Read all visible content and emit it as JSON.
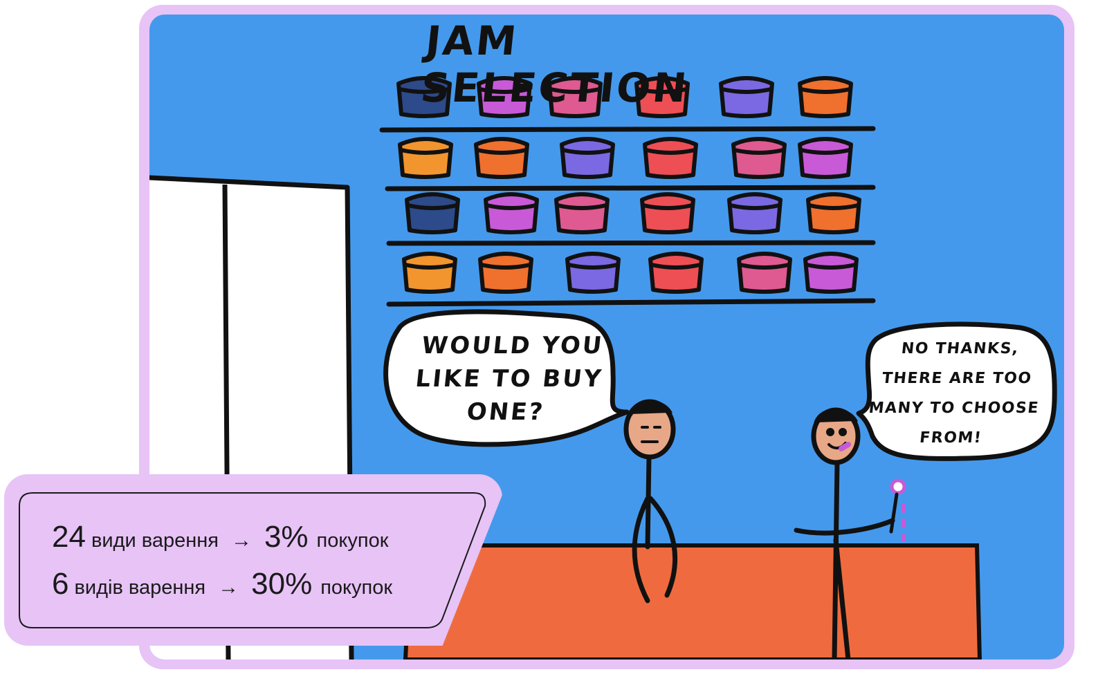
{
  "illustration": {
    "title": "JAM SELECTION",
    "seller_speech": "WOULD YOU\nLIKE TO BUY\nONE?",
    "buyer_speech": "NO THANKS,\nTHERE ARE TOO\nMANY TO CHOOSE\nFROM!",
    "colors": {
      "background": "#4599ec",
      "frame": "#e7c3f6",
      "counter": "#ef6b3f",
      "skin": "#e8a787",
      "jar_navy": "#2d4a8a",
      "jar_magenta": "#c85ad8",
      "jar_pink": "#df5a90",
      "jar_red": "#ee4f55",
      "jar_purple": "#7a69e2",
      "jar_orange": "#f0702e",
      "jar_amber": "#f2952e"
    }
  },
  "stats": [
    {
      "count": "24",
      "label": "види варення",
      "arrow": "→",
      "percent": "3%",
      "suffix": "покупок"
    },
    {
      "count": "6",
      "label": "видів варення",
      "arrow": "→",
      "percent": "30%",
      "suffix": "покупок"
    }
  ]
}
